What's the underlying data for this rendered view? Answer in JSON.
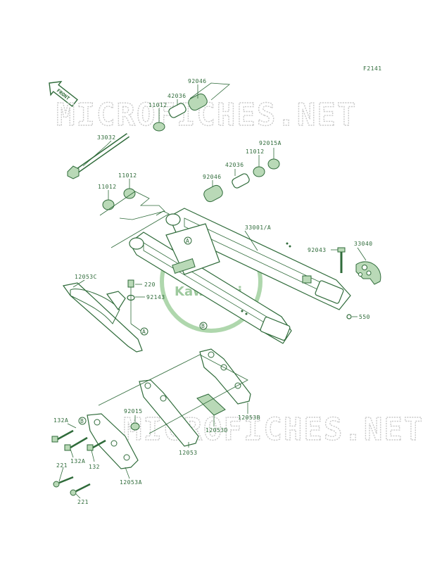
{
  "figure_code": "F2141",
  "front_label": "FRONT",
  "watermark": "MICROFICHES.NET",
  "logo_text": "Kawasaki",
  "colors": {
    "line": "#2f6b3a",
    "fill": "#b9d9b7",
    "watermark": "#c9c9c9"
  },
  "part_labels": {
    "p92046_top": "92046",
    "p42036_top": "42036",
    "p11012_top": "11012",
    "p33032": "33032",
    "p92015A": "92015A",
    "p11012_r": "11012",
    "p42036_r": "42036",
    "p92046_r": "92046",
    "p11012_l1": "11012",
    "p11012_l2": "11012",
    "p33001A": "33001/A",
    "p92043": "92043",
    "p33040": "33040",
    "p12053C": "12053C",
    "p220": "220",
    "p92143": "92143",
    "p550": "550",
    "p92015": "92015",
    "p132A_1": "132A",
    "p132A_2": "132A",
    "p132": "132",
    "p221_1": "221",
    "p221_2": "221",
    "p12053A": "12053A",
    "p12053": "12053",
    "p12053B": "12053B",
    "p12053D": "12053D"
  },
  "callouts": {
    "a1": "A",
    "a2": "A",
    "b1": "B",
    "b2": "B"
  }
}
